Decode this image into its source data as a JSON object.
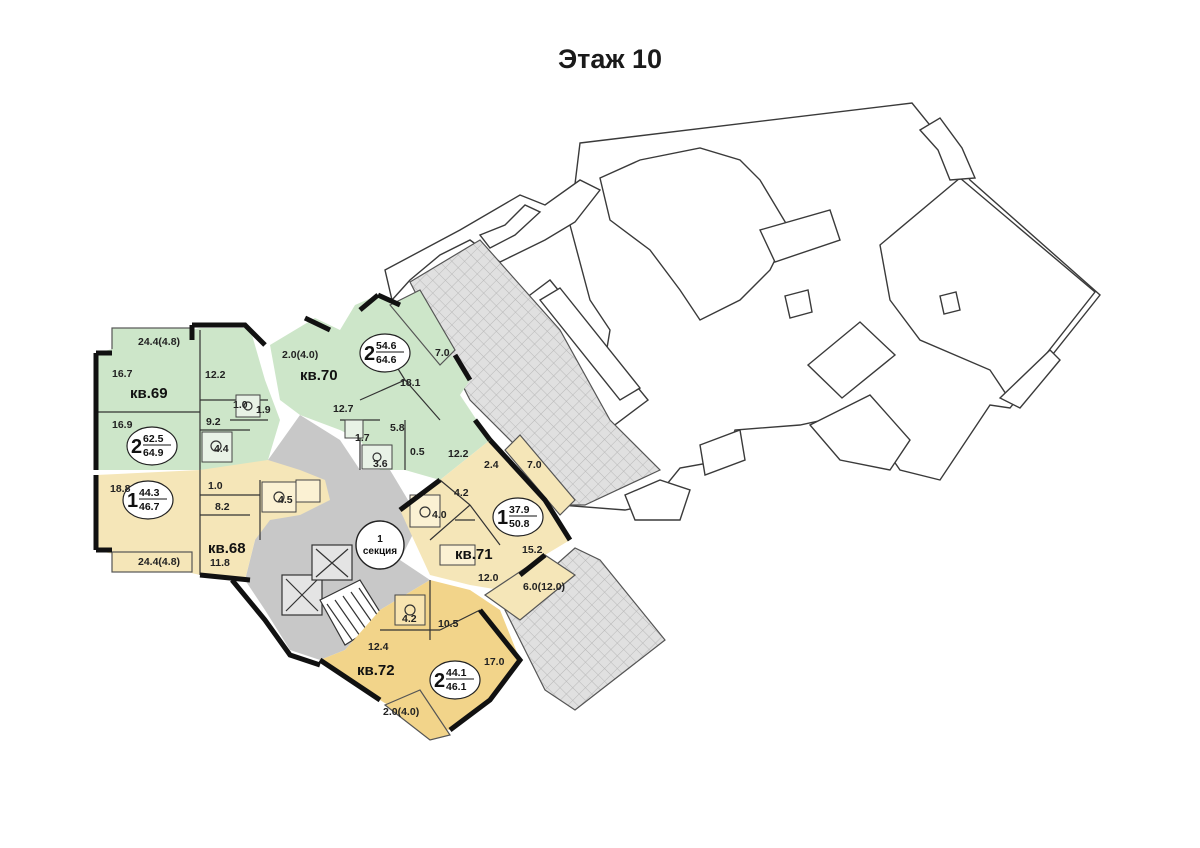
{
  "title": "Этаж 10",
  "section_label": {
    "number": "1",
    "word": "секция"
  },
  "colors": {
    "green": "#cde6c9",
    "yellow_light": "#f5e6b8",
    "yellow_dark": "#f2d48a",
    "common": "#c8c8c8",
    "roof_tiles": "#dcdcdc"
  },
  "apartments": [
    {
      "id": "69",
      "label": "кв.69",
      "rooms": "2",
      "living": "62.5",
      "total": "64.9"
    },
    {
      "id": "70",
      "label": "кв.70",
      "rooms": "2",
      "living": "54.6",
      "total": "64.6"
    },
    {
      "id": "68",
      "label": "кв.68",
      "rooms": "1",
      "living": "44.3",
      "total": "46.7"
    },
    {
      "id": "71",
      "label": "кв.71",
      "rooms": "1",
      "living": "37.9",
      "total": "50.8"
    },
    {
      "id": "72",
      "label": "кв.72",
      "rooms": "2",
      "living": "44.1",
      "total": "46.1"
    }
  ],
  "areas": {
    "a69_balcony": "24.4(4.8)",
    "a69_room1": "16.7",
    "a69_room2": "16.9",
    "a69_kitchen": "12.2",
    "a69_wc": "1.0",
    "a69_hall": "9.2",
    "a69_bath": "4.4",
    "a69_store": "1.9",
    "a70_balcony": "2.0(4.0)",
    "a70_loggia": "7.0",
    "a70_room1": "18.1",
    "a70_kitchen": "12.7",
    "a70_wc": "1.7",
    "a70_hall": "5.8",
    "a70_bath": "3.6",
    "a70_store": "0.5",
    "a70_room2": "12.2",
    "a68_room": "18.8",
    "a68_wc": "1.0",
    "a68_bath": "4.5",
    "a68_hall": "8.2",
    "a68_kitchen": "11.8",
    "a68_balcony": "24.4(4.8)",
    "a71_store": "2.4",
    "a71_loggia": "7.0",
    "a71_hall": "4.2",
    "a71_bath": "4.0",
    "a71_room": "15.2",
    "a71_kitchen": "12.0",
    "a71_balcony": "6.0(12.0)",
    "a72_bath": "4.2",
    "a72_kitchen": "10.5",
    "a72_hall": "12.4",
    "a72_room": "17.0",
    "a72_balcony": "2.0(4.0)"
  }
}
